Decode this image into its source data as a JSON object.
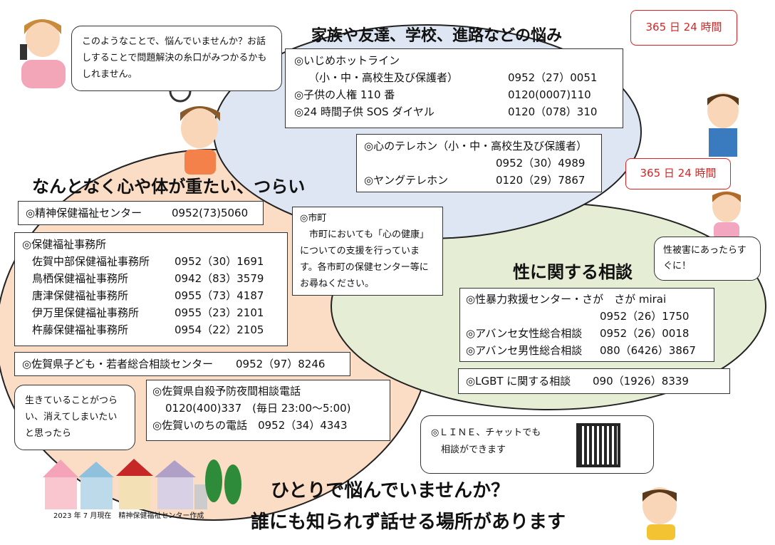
{
  "intro_bubble": {
    "text": "このようなことで、悩んでいませんか？お話しすることで問題解決の糸口がみつかるかもしれません。"
  },
  "family_section": {
    "title": "家族や友達、学校、進路などの悩み",
    "badge": "365 日 24 時間",
    "lines": [
      {
        "name": "◎いじめホットライン",
        "tel": ""
      },
      {
        "name": "（小・中・高校生及び保護者）",
        "tel": "0952（27）0051"
      },
      {
        "name": "◎子供の人権 110 番",
        "tel": "0120(0007)110"
      },
      {
        "name": "◎24 時間子供 SOS ダイヤル",
        "tel": "0120（078）310"
      }
    ]
  },
  "telephone_box": {
    "badge": "365 日 24 時間",
    "lines": [
      {
        "name": "◎心のテレホン（小・中・高校生及び保護者）",
        "tel": ""
      },
      {
        "name": "",
        "tel": "0952（30）4989"
      },
      {
        "name": "◎ヤングテレホン",
        "tel": "0120（29）7867"
      }
    ]
  },
  "body_section": {
    "title": "なんとなく心や体が重たい、つらい",
    "center": {
      "name": "◎精神保健福祉センター",
      "tel": "0952(73)5060"
    },
    "office_title": "◎保健福祉事務所",
    "offices": [
      {
        "name": "佐賀中部保健福祉事務所",
        "tel": "0952（30）1691"
      },
      {
        "name": "鳥栖保健福祉事務所",
        "tel": "0942（83）3579"
      },
      {
        "name": "唐津保健福祉事務所",
        "tel": "0955（73）4187"
      },
      {
        "name": "伊万里保健福祉事務所",
        "tel": "0955（23）2101"
      },
      {
        "name": "杵藤保健福祉事務所",
        "tel": "0954（22）2105"
      }
    ],
    "youth": {
      "name": "◎佐賀県子ども・若者総合相談センター",
      "tel": "0952（97）8246"
    }
  },
  "city_box": {
    "title": "◎市町",
    "text": "市町においても「心の健康」についての支援を行っています。各市町の保健センター等にお尋ねください。"
  },
  "sex_section": {
    "title": "性に関する相談",
    "bubble": "性被害にあったらすぐに！",
    "lines": [
      {
        "name": "◎性暴力救援センター・さが　さが mirai",
        "tel": ""
      },
      {
        "name": "",
        "tel": "0952（26）1750"
      },
      {
        "name": "◎アバンセ女性総合相談",
        "tel": "0952（26）0018"
      },
      {
        "name": "◎アバンセ男性総合相談",
        "tel": "080（6426）3867"
      }
    ],
    "lgbt": {
      "name": "◎LGBT に関する相談",
      "tel": "090（1926）8339"
    }
  },
  "suicide_bubble": {
    "text": "生きていることがつらい、消えてしまいたいと思ったら"
  },
  "suicide_box": {
    "line1": "◎佐賀県自殺予防夜間相談電話",
    "line2": "0120(400)337　(毎日 23:00～5:00)",
    "line3": "◎佐賀いのちの電話　0952（34）4343"
  },
  "line_box": {
    "text1": "◎ＬＩＮＥ、チャットでも",
    "text2": "相談ができます"
  },
  "footer": {
    "credit": "2023 年 7 月現在　精神保健福祉センター作成",
    "slogan1": "ひとりで悩んでいませんか？",
    "slogan2": "誰にも知られず話せる場所があります"
  },
  "colors": {
    "blue": "#dde6f2",
    "peach": "#fbdcc5",
    "green": "#e5eed4",
    "red": "#d22222"
  }
}
